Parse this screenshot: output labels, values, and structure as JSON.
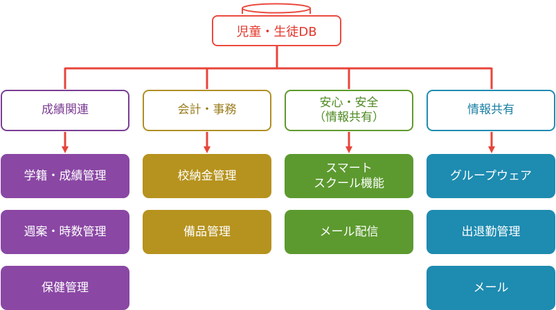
{
  "root": {
    "label": "児童・生徒DB"
  },
  "colors": {
    "connector": "#e8443a",
    "root_border": "#ea4a3e",
    "purple": "#8a47a4",
    "gold": "#b6931e",
    "green": "#5c9a2f",
    "blue": "#1e8bb0"
  },
  "categories": [
    {
      "label": "成績関連",
      "items": [
        "学籍・成績管理",
        "週案・時数管理",
        "保健管理"
      ]
    },
    {
      "label": "会計・事務",
      "items": [
        "校納金管理",
        "備品管理"
      ]
    },
    {
      "label": "安心・安全\n（情報共有）",
      "items": [
        "スマート\nスクール機能",
        "メール配信"
      ]
    },
    {
      "label": "情報共有",
      "items": [
        "グループウェア",
        "出退勤管理",
        "メール"
      ]
    }
  ]
}
